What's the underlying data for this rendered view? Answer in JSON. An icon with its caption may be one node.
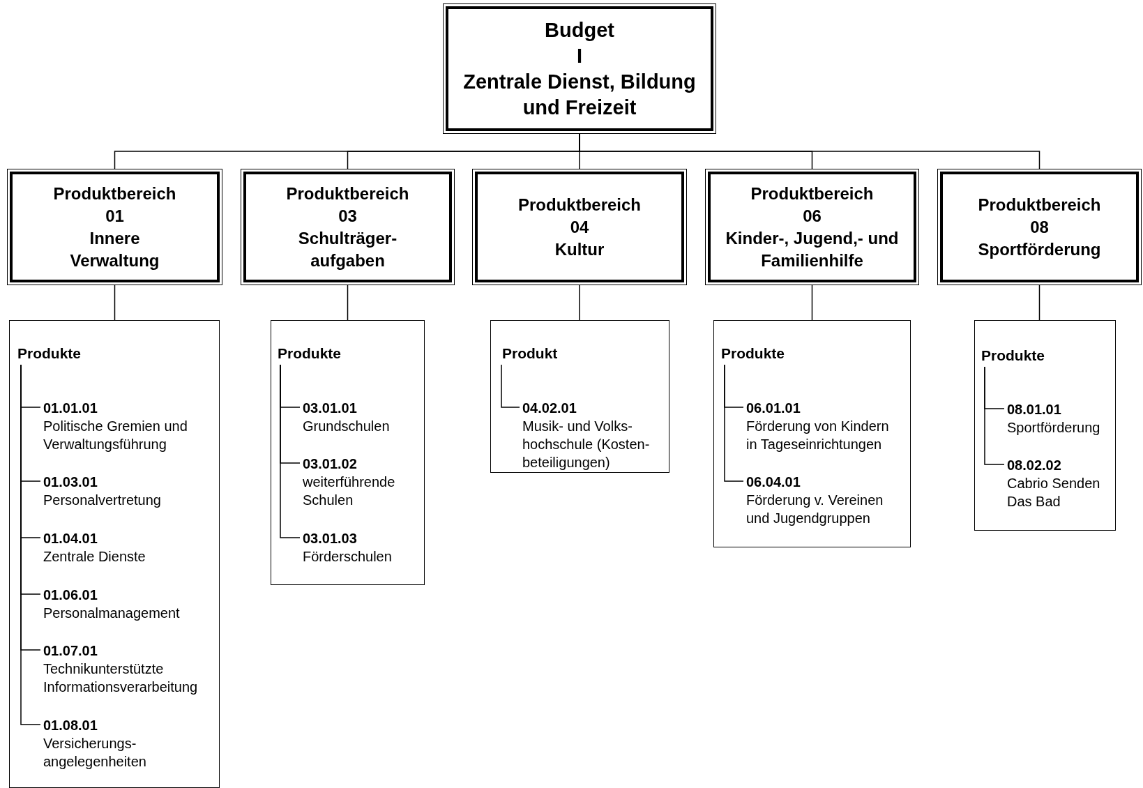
{
  "diagram": {
    "nodes": [
      {
        "text": [
          "Budget",
          "I",
          "Zentrale Dienst, Bildung und Freizeit"
        ]
      },
      {
        "text": [
          "Produktbereich",
          "01",
          "Innere Verwaltung"
        ]
      },
      {
        "text": [
          "Produktbereich",
          "03",
          "Schulträger-aufgaben"
        ]
      },
      {
        "text": [
          "Produktbereich",
          "04",
          "Kultur"
        ]
      },
      {
        "text": [
          "Produktbereich",
          "06",
          "Kinder-, Jugend,- und Familienhilfe"
        ]
      },
      {
        "text": [
          "Produktbereich",
          "08",
          "Sportförderung"
        ]
      },
      {
        "text": [
          "Produkte"
        ]
      },
      {
        "text": [
          "01.01.01",
          "Politische Gremien und Verwaltungsführung"
        ],
        "in": 6
      },
      {
        "text": [
          "01.03.01",
          "Personalvertretung"
        ],
        "in": 6
      },
      {
        "text": [
          "01.04.01",
          "Zentrale Dienste"
        ],
        "in": 6
      },
      {
        "text": [
          "01.06.01",
          "Personalmanagement"
        ],
        "in": 6
      },
      {
        "text": [
          "01.07.01",
          "Technikunterstützte Informationsverarbeitung"
        ],
        "in": 6
      },
      {
        "text": [
          "01.08.01",
          "Versicherungs-angelegenheiten"
        ],
        "in": 6
      },
      {
        "text": [
          "Produkte"
        ]
      },
      {
        "text": [
          "03.01.01",
          "Grundschulen"
        ],
        "in": 13
      },
      {
        "text": [
          "03.01.02",
          "weiterführende Schulen"
        ],
        "in": 13
      },
      {
        "text": [
          "03.01.03",
          "Förderschulen"
        ],
        "in": 13
      },
      {
        "text": [
          "Produkt"
        ]
      },
      {
        "text": [
          "04.02.01",
          "Musik- und Volks-hochschule (Kosten-beteiligungen)"
        ],
        "in": 17
      },
      {
        "text": [
          "Produkte"
        ]
      },
      {
        "text": [
          "06.01.01",
          "Förderung von Kindern in Tageseinrichtungen"
        ],
        "in": 19
      },
      {
        "text": [
          "06.04.01",
          "Förderung v. Vereinen und Jugendgruppen"
        ],
        "in": 19
      },
      {
        "text": [
          "Produkte"
        ]
      },
      {
        "text": [
          "08.01.01",
          "Sportförderung"
        ],
        "in": 22
      },
      {
        "text": [
          "08.02.02",
          "Cabrio Senden Das Bad"
        ],
        "in": 22
      }
    ],
    "edges": [
      {
        "from": 0,
        "to": 1,
        "arrow": "none"
      },
      {
        "from": 0,
        "to": 2,
        "arrow": "none"
      },
      {
        "from": 0,
        "to": 3,
        "arrow": "none"
      },
      {
        "from": 0,
        "to": 4,
        "arrow": "none"
      },
      {
        "from": 0,
        "to": 5,
        "arrow": "none"
      },
      {
        "from": 1,
        "to": 6,
        "arrow": "none"
      },
      {
        "from": 2,
        "to": 13,
        "arrow": "none"
      },
      {
        "from": 3,
        "to": 17,
        "arrow": "none"
      },
      {
        "from": 4,
        "to": 19,
        "arrow": "none"
      },
      {
        "from": 5,
        "to": 22,
        "arrow": "none"
      },
      {
        "from": 6,
        "to": 7,
        "arrow": "none"
      },
      {
        "from": 6,
        "to": 8,
        "arrow": "none"
      },
      {
        "from": 6,
        "to": 9,
        "arrow": "none"
      },
      {
        "from": 6,
        "to": 10,
        "arrow": "none"
      },
      {
        "from": 6,
        "to": 11,
        "arrow": "none"
      },
      {
        "from": 6,
        "to": 12,
        "arrow": "none"
      },
      {
        "from": 13,
        "to": 14,
        "arrow": "none"
      },
      {
        "from": 13,
        "to": 15,
        "arrow": "none"
      },
      {
        "from": 13,
        "to": 16,
        "arrow": "none"
      },
      {
        "from": 17,
        "to": 18,
        "arrow": "none"
      },
      {
        "from": 19,
        "to": 20,
        "arrow": "none"
      },
      {
        "from": 19,
        "to": 21,
        "arrow": "none"
      },
      {
        "from": 22,
        "to": 23,
        "arrow": "none"
      },
      {
        "from": 22,
        "to": 24,
        "arrow": "none"
      }
    ]
  }
}
